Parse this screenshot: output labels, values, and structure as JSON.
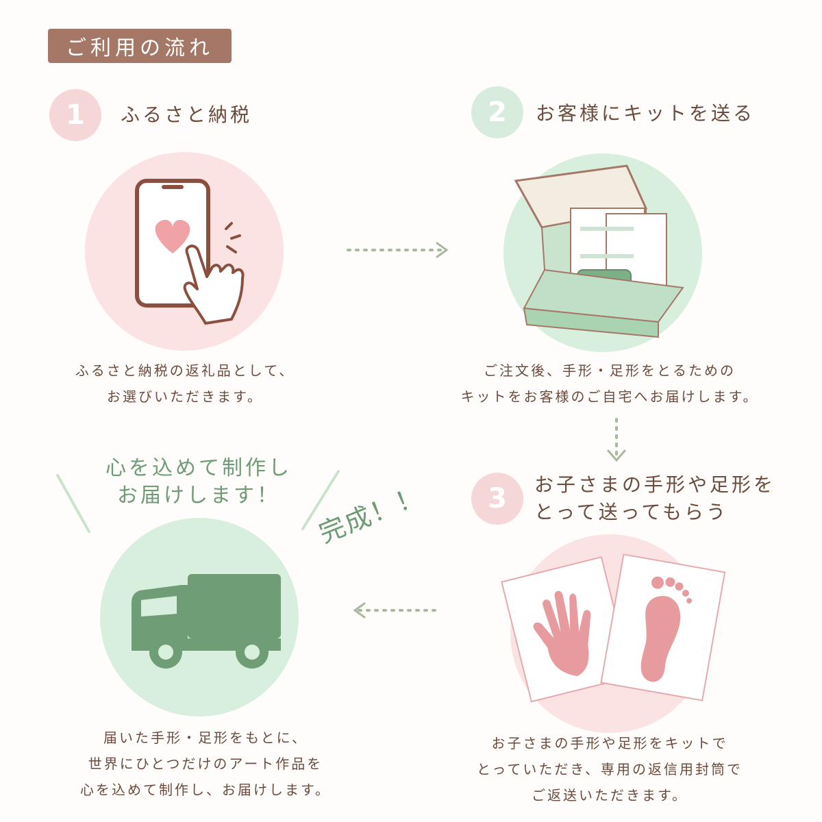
{
  "header": {
    "title": "ご利用の流れ"
  },
  "steps": [
    {
      "number": "1",
      "title": "ふるさと納税",
      "desc_lines": [
        "ふるさと納税の返礼品として、",
        "お選びいただきます。"
      ]
    },
    {
      "number": "2",
      "title": "お客様にキットを送る",
      "desc_lines": [
        "ご注文後、手形・足形をとるための",
        "キットをお客様のご自宅へお届けします。"
      ]
    },
    {
      "number": "3",
      "title_lines": [
        "お子さまの手形や足形を",
        "とって送ってもらう"
      ],
      "desc_lines": [
        "お子さまの手形や足形をキットで",
        "とっていただき、専用の返信用封筒で",
        "ご返送いただきます。"
      ]
    }
  ],
  "final": {
    "heading_lines": [
      "心を込めて制作し",
      "お届けします！"
    ],
    "badge": "完成！！",
    "desc_lines": [
      "届いた手形・足形をもとに、",
      "世界にひとつだけのアート作品を",
      "心を込めて制作し、お届けします。"
    ]
  },
  "colors": {
    "brown": "#a47767",
    "pink": "#f6d7d8",
    "green": "#d7ecdc",
    "text": "#6b4b3d",
    "green_text": "#6d9c74"
  },
  "icons": [
    "smartphone-heart-icon",
    "kit-box-icon",
    "handprint-footprint-icon",
    "delivery-truck-icon"
  ]
}
